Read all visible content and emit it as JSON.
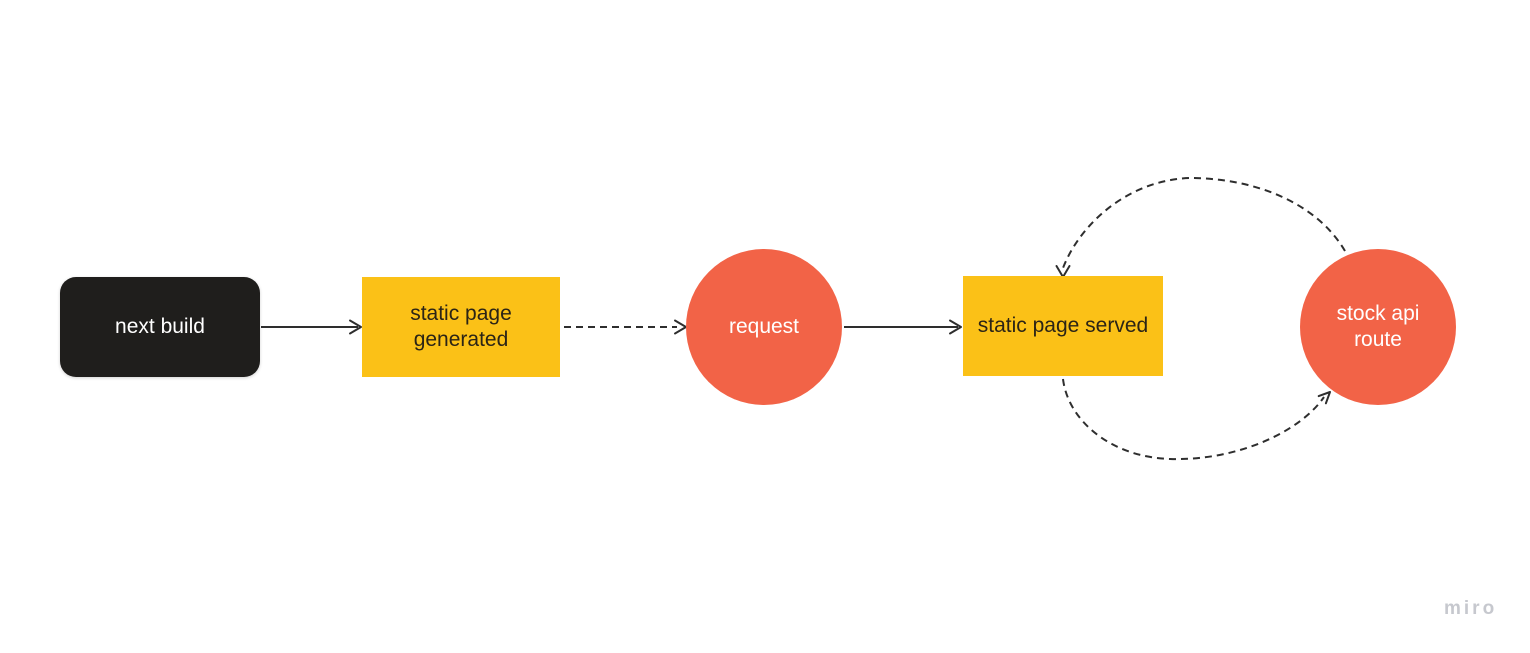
{
  "diagram": {
    "tool_watermark": "miro",
    "nodes": [
      {
        "id": "next-build",
        "shape": "rounded-rectangle",
        "label": "next build",
        "fill": "#1f1e1c",
        "text_color": "#ffffff"
      },
      {
        "id": "static-page-generated",
        "shape": "rectangle",
        "label": "static page generated",
        "fill": "#fbc117",
        "text_color": "#2b2416"
      },
      {
        "id": "request",
        "shape": "circle",
        "label": "request",
        "fill": "#f26347",
        "text_color": "#ffffff"
      },
      {
        "id": "static-page-served",
        "shape": "rectangle",
        "label": "static page served",
        "fill": "#fbc117",
        "text_color": "#2b2416"
      },
      {
        "id": "stock-api-route",
        "shape": "circle",
        "label": "stock api route",
        "fill": "#f26347",
        "text_color": "#ffffff"
      }
    ],
    "connectors": [
      {
        "from": "next-build",
        "to": "static-page-generated",
        "line": "solid",
        "arrow": "open"
      },
      {
        "from": "static-page-generated",
        "to": "request",
        "line": "dashed",
        "arrow": "open"
      },
      {
        "from": "request",
        "to": "static-page-served",
        "line": "solid",
        "arrow": "open"
      },
      {
        "from": "stock-api-route",
        "to": "static-page-served",
        "line": "dashed-curved",
        "arrow": "open"
      },
      {
        "from": "static-page-served",
        "to": "stock-api-route",
        "line": "dashed-curved",
        "arrow": "open"
      }
    ],
    "colors": {
      "background": "#ffffff",
      "connector_stroke": "#2e2e2e",
      "watermark_gray": "#c6c8ce"
    }
  }
}
